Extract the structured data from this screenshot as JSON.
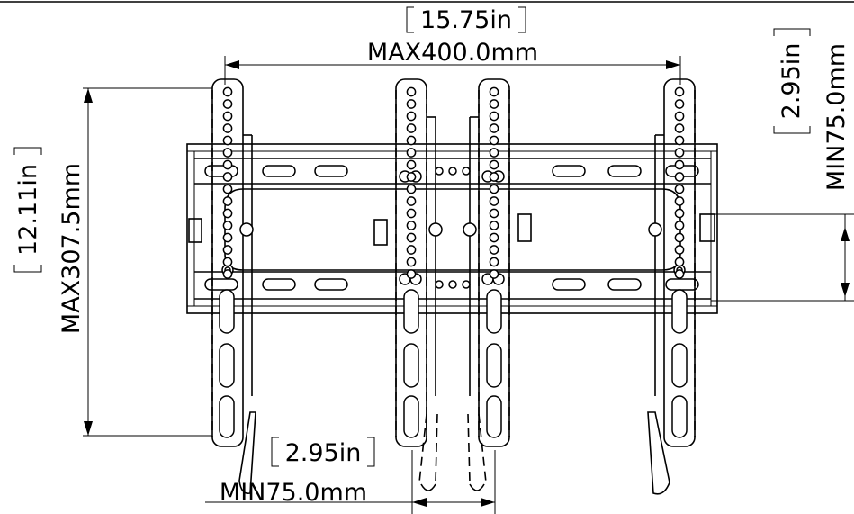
{
  "dimensions": {
    "top_width": {
      "imperial": "15.75in",
      "metric": "MAX400.0mm"
    },
    "left_height": {
      "imperial": "12.11in",
      "metric": "MAX307.5mm"
    },
    "right_spacing": {
      "imperial": "2.95in",
      "metric": "MIN75.0mm"
    },
    "bottom_spacing": {
      "imperial": "2.95in",
      "metric": "MIN75.0mm"
    }
  },
  "colors": {
    "line": "#000000",
    "background": "#ffffff"
  }
}
